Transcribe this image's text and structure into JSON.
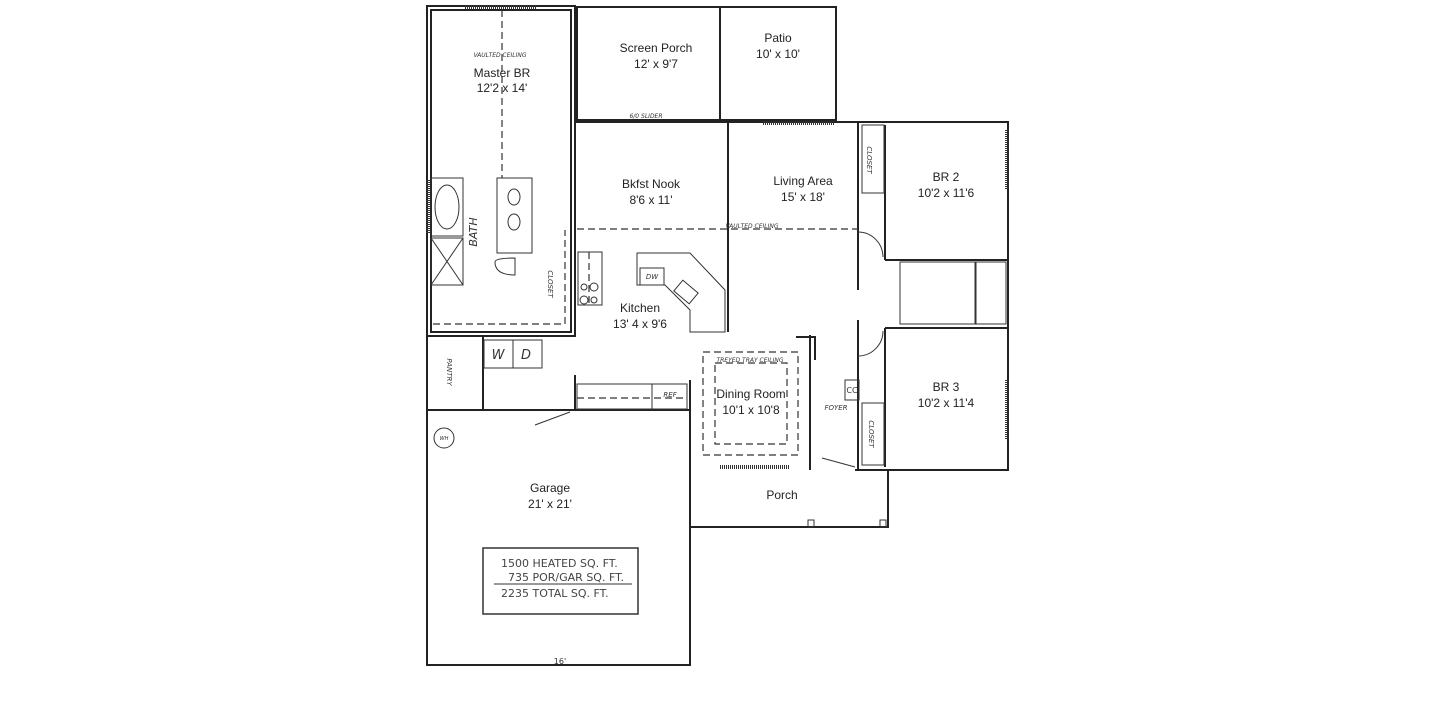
{
  "rooms": {
    "master": {
      "name": "Master BR",
      "size": "12'2 x 14'",
      "note": "VAULTED CEILING"
    },
    "screen_porch": {
      "name": "Screen Porch",
      "size": "12' x 9'7"
    },
    "patio": {
      "name": "Patio",
      "size": "10' x 10'"
    },
    "bkfst": {
      "name": "Bkfst Nook",
      "size": "8'6 x 11'"
    },
    "living": {
      "name": "Living Area",
      "size": "15' x 18'",
      "note": "VAULTED CEILING"
    },
    "br2": {
      "name": "BR 2",
      "size": "10'2 x 11'6"
    },
    "kitchen": {
      "name": "Kitchen",
      "size": "13' 4 x 9'6"
    },
    "dining": {
      "name": "Dining Room",
      "size": "10'1 x 10'8",
      "note": "TREYED TRAY CEILING"
    },
    "br3": {
      "name": "BR 3",
      "size": "10'2 x 11'4"
    },
    "garage": {
      "name": "Garage",
      "size": "21' x 21'"
    },
    "porch": {
      "name": "Porch"
    }
  },
  "small_labels": {
    "bath": "BATH",
    "closet_master": "CLOSET",
    "closet_br2": "CLOSET",
    "closet_br3": "CLOSET",
    "pantry": "PANTRY",
    "washer": "W",
    "dryer": "D",
    "dishwasher": "DW",
    "fridge": "REF",
    "water_heater": "WH",
    "coat_closet": "CC",
    "foyer": "FOYER",
    "slider": "6/0 SLIDER",
    "garage_door": "16'"
  },
  "sqft": {
    "heated": "1500 HEATED SQ. FT.",
    "porch_garage": "735 POR/GAR SQ. FT.",
    "total": "2235 TOTAL SQ. FT."
  }
}
